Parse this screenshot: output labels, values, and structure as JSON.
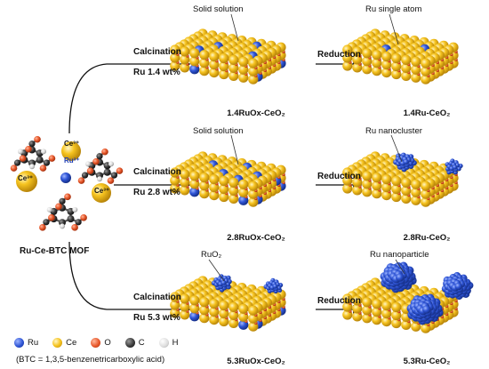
{
  "mof": {
    "label": "Ru-Ce-BTC MOF",
    "ions": {
      "ce": "Ce³⁺",
      "ru": "Ru³⁺"
    }
  },
  "calcination": [
    {
      "label": "Calcination",
      "loading": "Ru 1.4 wt%"
    },
    {
      "label": "Calcination",
      "loading": "Ru 2.8 wt%"
    },
    {
      "label": "Calcination",
      "loading": "Ru 5.3 wt%"
    }
  ],
  "reduction_label": "Reduction",
  "oxides": [
    {
      "annotation": "Solid solution",
      "caption": "1.4RuOx-CeO₂"
    },
    {
      "annotation": "Solid solution",
      "caption": "2.8RuOx-CeO₂"
    },
    {
      "annotation": "RuO₂",
      "caption": "5.3RuOx-CeO₂"
    }
  ],
  "reduced": [
    {
      "annotation": "Ru single atom",
      "caption": "1.4Ru-CeO₂"
    },
    {
      "annotation": "Ru nanocluster",
      "caption": "2.8Ru-CeO₂"
    },
    {
      "annotation": "Ru nanoparticle",
      "caption": "5.3Ru-CeO₂"
    }
  ],
  "legend": {
    "items": [
      {
        "symbol": "Ru",
        "color": "#2f55d6"
      },
      {
        "symbol": "Ce",
        "color": "#f3be1c"
      },
      {
        "symbol": "O",
        "color": "#e8572a"
      },
      {
        "symbol": "C",
        "color": "#3b3b3b"
      },
      {
        "symbol": "H",
        "color": "#e8e8e8"
      }
    ],
    "note": "(BTC = 1,3,5-benzenetricarboxylic acid)"
  },
  "colors": {
    "ceria": "#f3be1c",
    "oxygen": "#e8572a",
    "ruthenium": "#2f55d6",
    "carbon": "#3b3b3b"
  }
}
